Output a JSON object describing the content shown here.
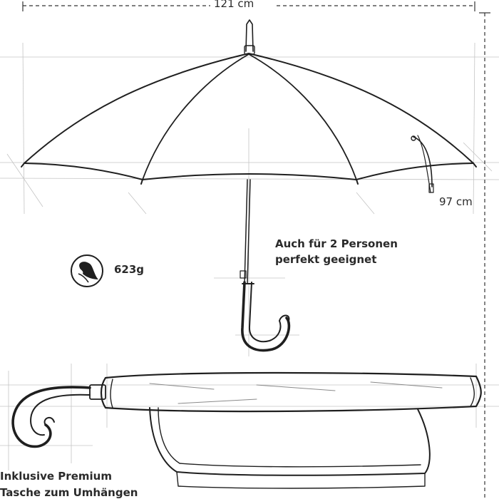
{
  "dimensions": {
    "width": "121 cm",
    "height": "97 cm"
  },
  "weight": {
    "value": "623g",
    "icon": "feather-weight-icon"
  },
  "capacity": {
    "line1": "Auch für 2 Personen",
    "line2": "perfekt geeignet"
  },
  "bag": {
    "line1": "Inklusive  Premium",
    "line2": "Tasche zum Umhängen"
  },
  "colors": {
    "ink": "#1f1f1f",
    "construction": "#bdbdbd"
  }
}
